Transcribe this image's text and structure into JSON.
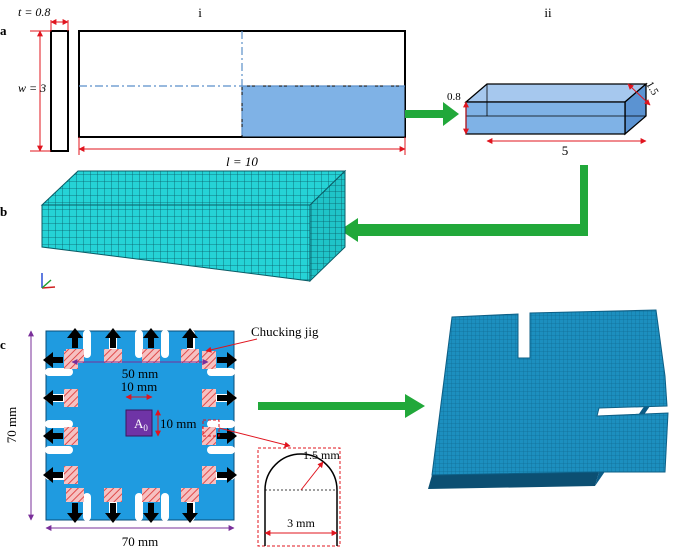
{
  "panel_labels": {
    "a": "a",
    "b": "b",
    "c": "c"
  },
  "panel_a": {
    "sub_i": "i",
    "sub_ii": "ii",
    "t_label": "t = 0.8",
    "w_label": "w = 3",
    "l_label": "l = 10",
    "box_height": "0.8",
    "box_depth": "1.5",
    "box_length": "5"
  },
  "panel_c": {
    "jig_label": "Chucking jig",
    "dim_50": "50 mm",
    "dim_10_horizontal": "10 mm",
    "dim_10_vertical": "10 mm",
    "area_label": "A",
    "area_subscript": "0",
    "dim_70_vertical": "70 mm",
    "dim_70_horizontal": "70 mm",
    "slot_radius": "1.5 mm",
    "slot_width": "3 mm"
  },
  "colors": {
    "specimen_fill": "#1f9be0",
    "block_fill": "#7fb2e6",
    "mesh_fill": "#25d3d6",
    "plate_mesh": "#1c8fbf",
    "arrow_green": "#21a83a",
    "dim_red": "#e0141e",
    "dim_purple": "#7a2f9a",
    "area_fill": "#6f34a6",
    "jig_hatch": "#e87878"
  }
}
